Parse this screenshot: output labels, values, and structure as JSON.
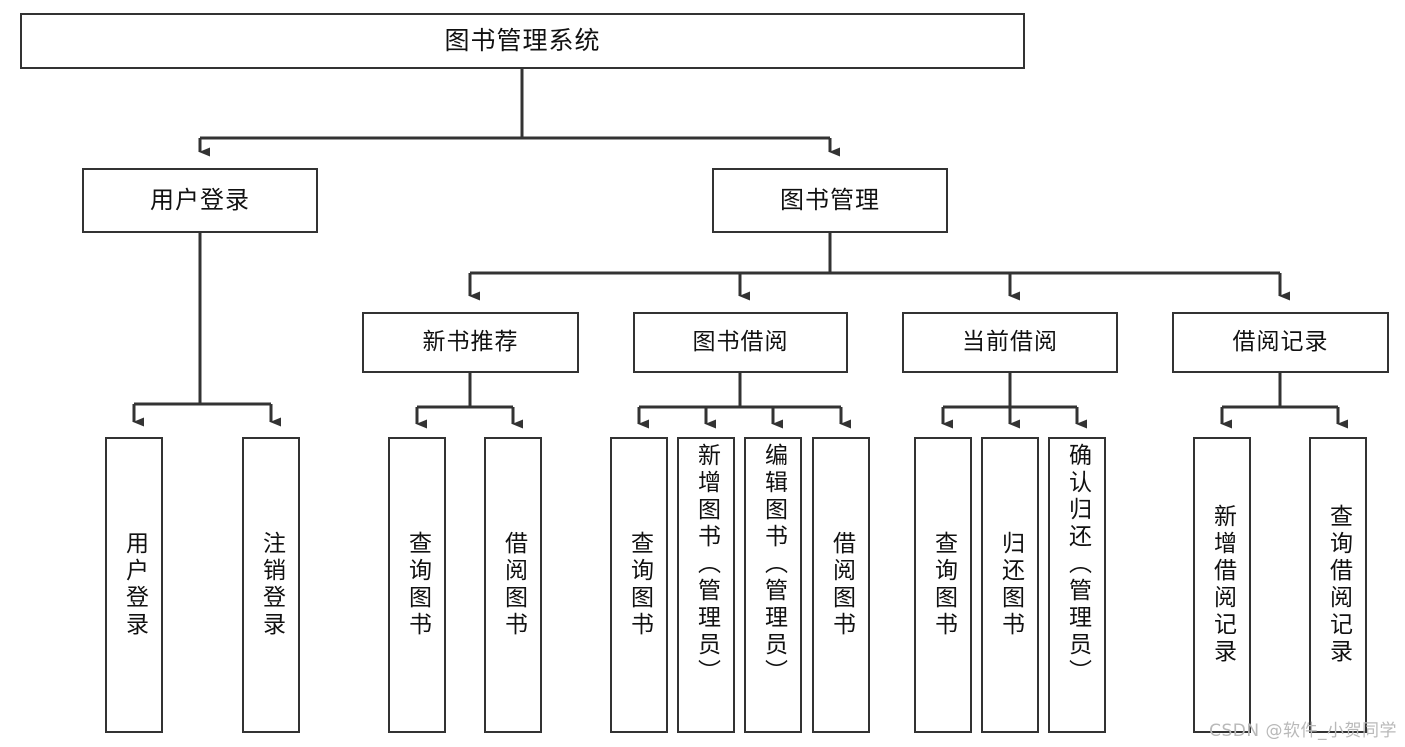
{
  "diagram": {
    "title": "图书管理系统",
    "watermark": "CSDN @软件_小贺同学",
    "edge_color": "#333333",
    "box_border_color": "#333333",
    "box_fill_color": "#ffffff",
    "text_color": "#111111",
    "levels": {
      "level1": [
        {
          "id": "root",
          "label": "图书管理系统"
        }
      ],
      "level2": [
        {
          "id": "user-login",
          "label": "用户登录"
        },
        {
          "id": "book-manage",
          "label": "图书管理"
        }
      ],
      "level3": [
        {
          "id": "new-book-rec",
          "label": "新书推荐"
        },
        {
          "id": "book-borrow",
          "label": "图书借阅"
        },
        {
          "id": "current-borrow",
          "label": "当前借阅"
        },
        {
          "id": "borrow-record",
          "label": "借阅记录"
        }
      ],
      "leaves": [
        {
          "id": "leaf-user-login",
          "label": "用户登录",
          "parent": "user-login"
        },
        {
          "id": "leaf-user-logout",
          "label": "注销登录",
          "parent": "user-login"
        },
        {
          "id": "leaf-query-book-1",
          "label": "查询图书",
          "parent": "new-book-rec"
        },
        {
          "id": "leaf-borrow-book-1",
          "label": "借阅图书",
          "parent": "new-book-rec"
        },
        {
          "id": "leaf-query-book-2",
          "label": "查询图书",
          "parent": "book-borrow"
        },
        {
          "id": "leaf-add-book",
          "label": "新增图书（管理员）",
          "parent": "book-borrow"
        },
        {
          "id": "leaf-edit-book",
          "label": "编辑图书（管理员）",
          "parent": "book-borrow"
        },
        {
          "id": "leaf-borrow-book-2",
          "label": "借阅图书",
          "parent": "book-borrow"
        },
        {
          "id": "leaf-query-book-3",
          "label": "查询图书",
          "parent": "current-borrow"
        },
        {
          "id": "leaf-return-book",
          "label": "归还图书",
          "parent": "current-borrow"
        },
        {
          "id": "leaf-confirm-return",
          "label": "确认归还（管理员）",
          "parent": "current-borrow"
        },
        {
          "id": "leaf-add-record",
          "label": "新增借阅记录",
          "parent": "borrow-record"
        },
        {
          "id": "leaf-query-record",
          "label": "查询借阅记录",
          "parent": "borrow-record"
        }
      ]
    }
  }
}
